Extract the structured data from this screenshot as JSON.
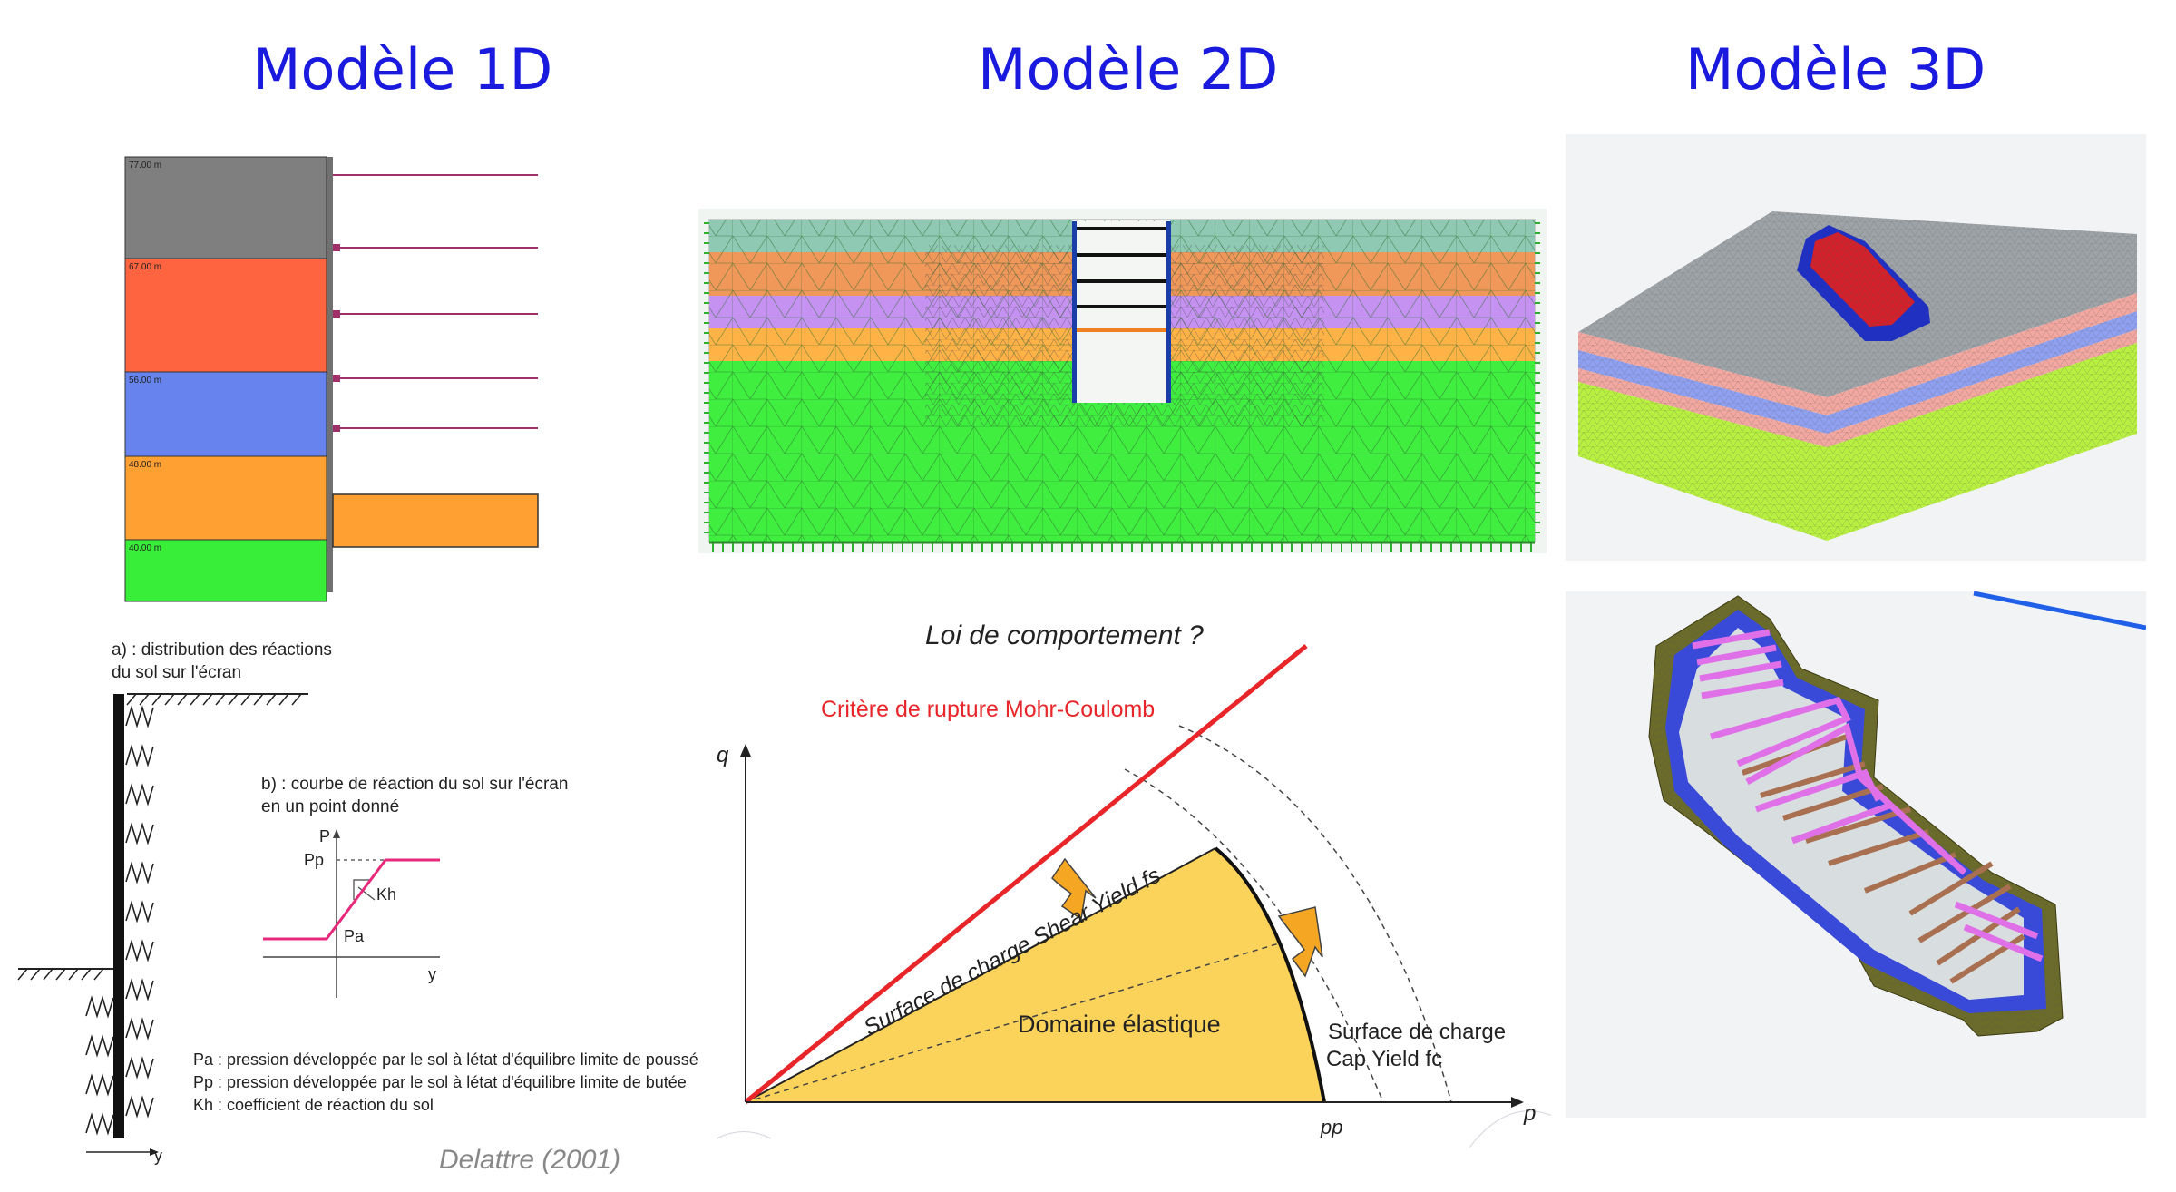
{
  "titles": {
    "m1d": "Modèle 1D",
    "m2d": "Modèle 2D",
    "m3d": "Modèle 3D"
  },
  "model1d": {
    "layers": [
      {
        "label": "77.00 m",
        "color": "#7f7f7f"
      },
      {
        "label": "67.00 m",
        "color": "#ff6440"
      },
      {
        "label": "56.00 m",
        "color": "#6683ee"
      },
      {
        "label": "48.00 m",
        "color": "#ffa033"
      },
      {
        "label": "40.00 m",
        "color": "#39ee39"
      }
    ]
  },
  "winkler": {
    "caption_a_line1": "a) : distribution des réactions",
    "caption_a_line2": "du sol sur l'écran",
    "caption_b_line1": "b) : courbe de réaction du sol sur l'écran",
    "caption_b_line2": "en un point donné",
    "axis_p": "P",
    "axis_y": "y",
    "label_pp": "Pp",
    "label_pa": "Pa",
    "label_kh": "Kh",
    "bottom_axis_y": "y",
    "legend": [
      "Pa : pression développée par le sol à létat d'équilibre limite de poussé",
      "Pp : pression développée par le sol à létat d'équilibre limite de butée",
      "Kh : coefficient de réaction du sol"
    ],
    "credit": "Delattre (2001)"
  },
  "model2d": {
    "colors": {
      "top": "#8fc9b4",
      "orange": "#f0985a",
      "purple": "#c592f2",
      "lightorange": "#ffb347",
      "green": "#40ee40",
      "wall": "#1a3ea8"
    }
  },
  "constitutive": {
    "title": "Loi de comportement ?",
    "mohr_coulomb": "Critère de rupture Mohr-Coulomb",
    "shear_yield": "Surface de charge Shear Yield fs",
    "elastic": "Domaine élastique",
    "cap_line1": "Surface de charge",
    "cap_line2": "Cap Yield fc",
    "axis_q": "q",
    "axis_p": "p",
    "pp": "pp",
    "colors": {
      "mc": "#e8262a",
      "elastic": "#fbd35a",
      "arrow": "#f5a623"
    }
  },
  "model3d": {
    "colors": {
      "top": "#9ea3a8",
      "pink": "#f2a8a0",
      "blue": "#8fa0f0",
      "green": "#b8f040",
      "mesh": "#6b6b2a",
      "strut": "#e070e8",
      "wall": "#3a4ad8"
    }
  }
}
